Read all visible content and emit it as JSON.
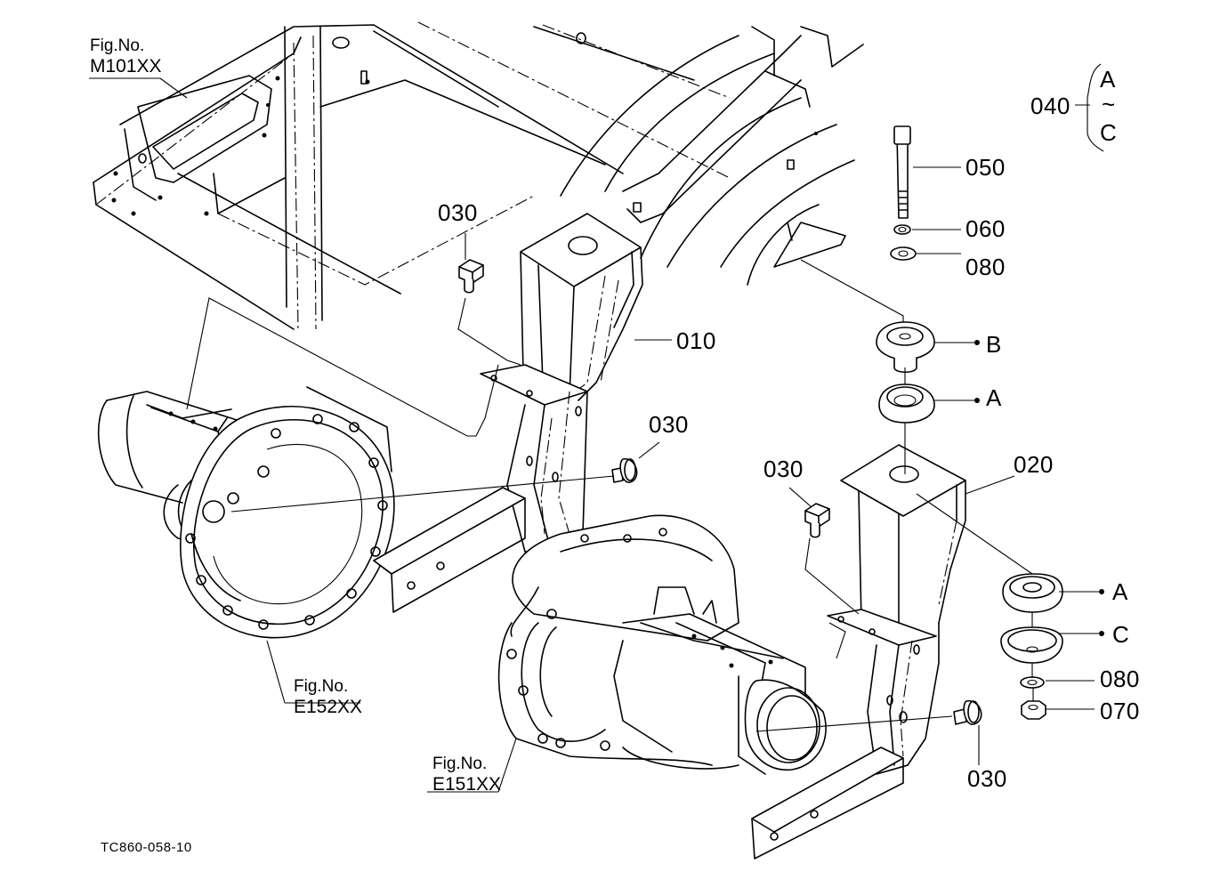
{
  "fig_refs": [
    {
      "id": "m101",
      "fig_no": "Fig.No.",
      "code": "M101XX"
    },
    {
      "id": "e152",
      "fig_no": "Fig.No.",
      "code": "E152XX"
    },
    {
      "id": "e151",
      "fig_no": "Fig.No.",
      "code": "E151XX"
    }
  ],
  "part_labels": {
    "p010": "010",
    "p020": "020",
    "p030_a": "030",
    "p030_b": "030",
    "p030_c": "030",
    "p030_d": "030",
    "p040": "040",
    "p050": "050",
    "p060": "060",
    "p070": "070",
    "p080_a": "080",
    "p080_b": "080",
    "sub_a1": "A",
    "sub_a2": "A",
    "sub_b": "B",
    "sub_c": "C"
  },
  "kit_range": {
    "start": "A",
    "tilde": "~",
    "end": "C"
  },
  "drawing_number": "TC860-058-10"
}
